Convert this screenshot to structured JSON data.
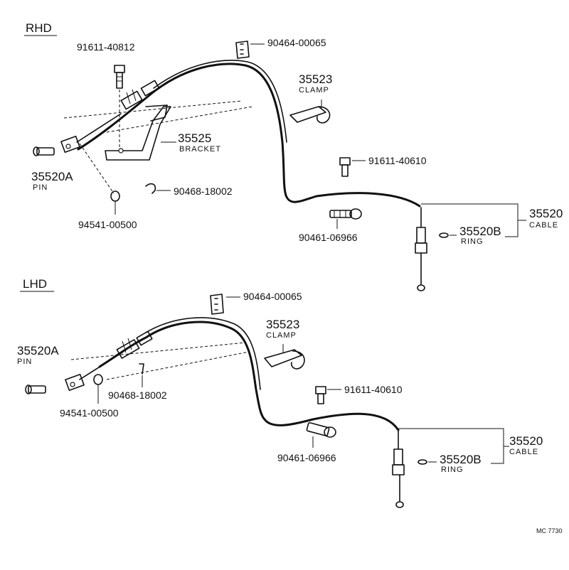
{
  "sections": {
    "rhd": {
      "title": "RHD",
      "labels": {
        "bolt_a": "91611-40812",
        "clip_top": "90464-00065",
        "clamp_no": "35523",
        "clamp_name": "CLAMP",
        "bracket_no": "35525",
        "bracket_name": "BRACKET",
        "bolt_b": "91611-40610",
        "pin_no": "35520A",
        "pin_name": "PIN",
        "clip_small": "90468-18002",
        "washer": "94541-00500",
        "grommet": "90461-06966",
        "cable_no": "35520",
        "cable_name": "CABLE",
        "ring_no": "35520B",
        "ring_name": "RING"
      }
    },
    "lhd": {
      "title": "LHD",
      "labels": {
        "clip_top": "90464-00065",
        "clamp_no": "35523",
        "clamp_name": "CLAMP",
        "pin_no": "35520A",
        "pin_name": "PIN",
        "bolt_b": "91611-40610",
        "clip_small": "90468-18002",
        "washer": "94541-00500",
        "grommet": "90461-06966",
        "cable_no": "35520",
        "cable_name": "CABLE",
        "ring_no": "35520B",
        "ring_name": "RING"
      }
    }
  },
  "footer": {
    "code": "MC 7730"
  }
}
